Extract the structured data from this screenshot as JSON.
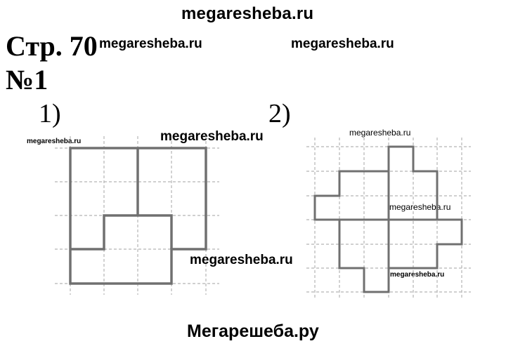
{
  "header": {
    "site": "megaresheba.ru"
  },
  "page": {
    "title": "Стр. 70",
    "task": "№1"
  },
  "labels": {
    "fig1": "1)",
    "fig2": "2)"
  },
  "watermarks": {
    "w1": "megaresheba.ru",
    "w2": "megaresheba.ru",
    "w3": "megaresheba.ru",
    "w4": "megaresheba.ru",
    "w5": "megaresheba.ru",
    "w6": "megaresheba.ru",
    "w7": "megaresheba.ru",
    "w8": "megaresheba.ru"
  },
  "footer": {
    "text": "Мегарешеба.ру"
  },
  "colors": {
    "shape_stroke": "#707070",
    "grid": "#b5b5b5"
  }
}
